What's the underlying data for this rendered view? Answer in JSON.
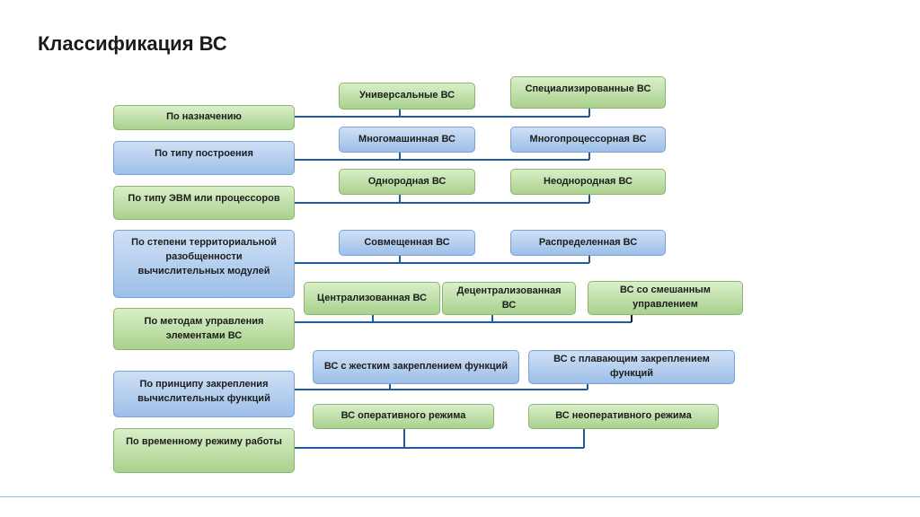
{
  "title": "Классификация ВС",
  "colors": {
    "connector": "#1f5c99",
    "green": "#a9d18e",
    "blue": "#9dbfe8"
  },
  "categories": [
    "По назначению",
    "По типу построения",
    "По типу ЭВМ или процессоров",
    "По степени территориальной разобщенности вычислительных модулей",
    "По методам управления элементами ВС",
    "По принципу закрепления вычислительных функций",
    "По временному режиму работы"
  ],
  "types": [
    [
      "Универсальные ВС",
      "Специализированные ВС"
    ],
    [
      "Многомашинная ВС",
      "Многопроцессорная ВС"
    ],
    [
      "Однородная ВС",
      "Неоднородная ВС"
    ],
    [
      "Совмещенная ВС",
      "Распределенная ВС"
    ],
    [
      "Централизованная ВС",
      "Децентрализованная ВС",
      "ВС со смешанным управлением"
    ],
    [
      "ВС с жестким закреплением функций",
      "ВС с плавающим закреплением функций"
    ],
    [
      "ВС оперативного режима",
      "ВС неоперативного режима"
    ]
  ]
}
